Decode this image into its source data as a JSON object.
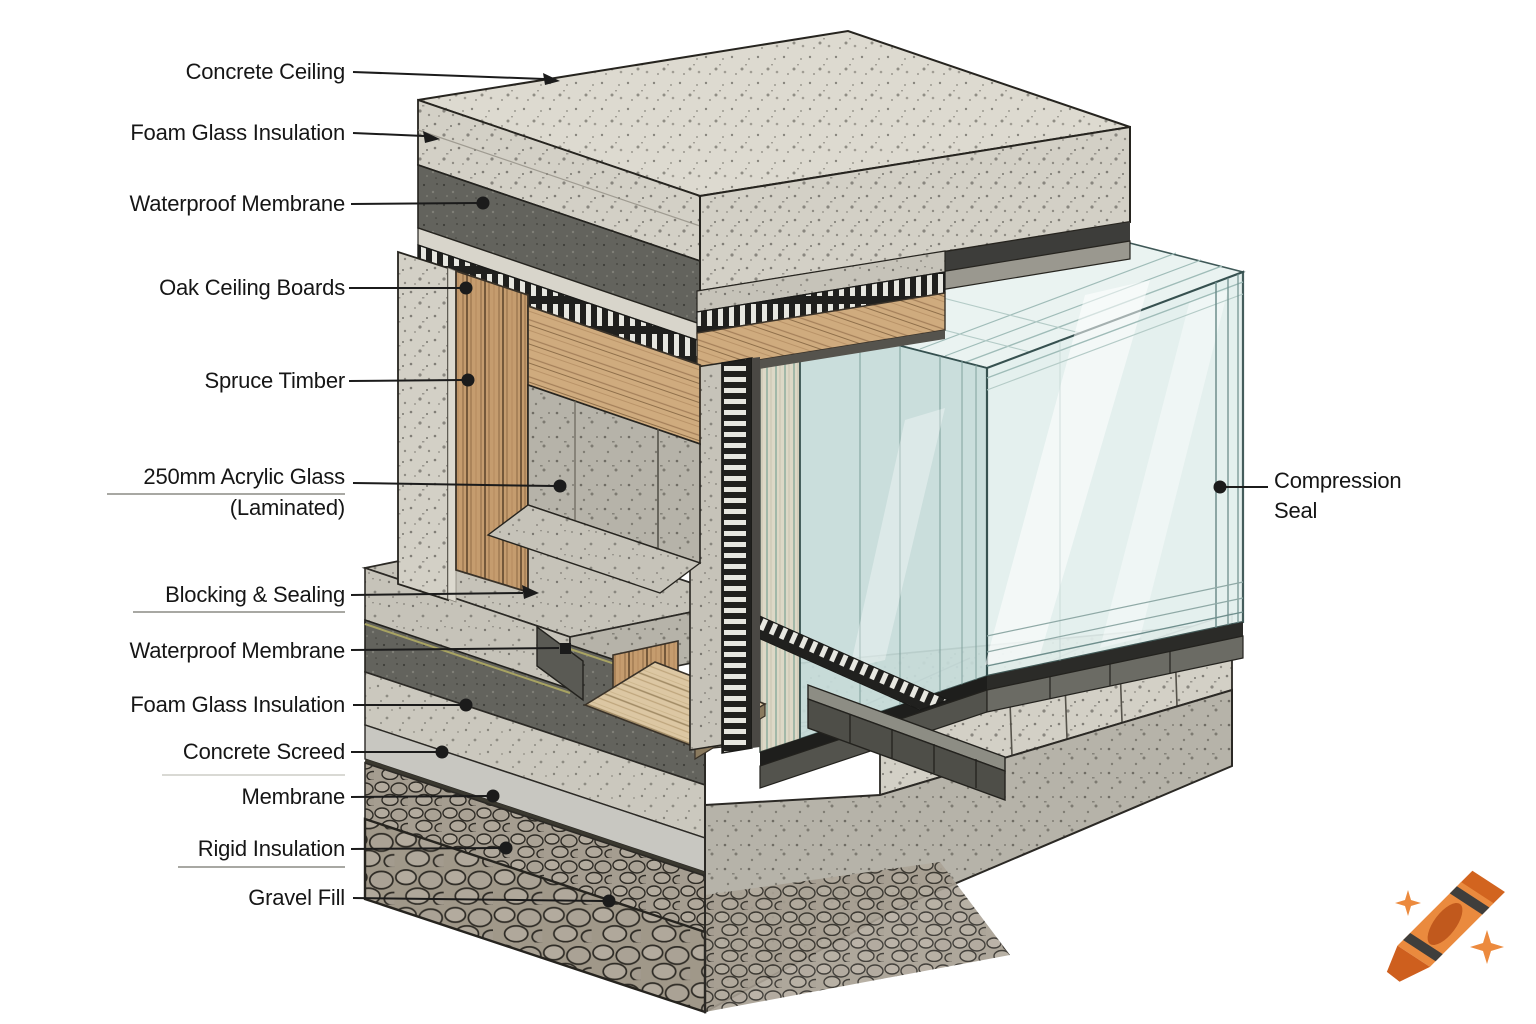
{
  "diagram": {
    "type": "architectural-cross-section-detail",
    "left_labels": [
      {
        "text": "Concrete Ceiling",
        "underlined": false
      },
      {
        "text": "Foam Glass Insulation",
        "underlined": false
      },
      {
        "text": "Waterproof Membrane",
        "underlined": false
      },
      {
        "text": "Oak Ceiling Boards",
        "underlined": false
      },
      {
        "text": "Spruce Timber",
        "underlined": false
      },
      {
        "line1": "250mm Acrylic Glass",
        "line2": "(Laminated)",
        "underlined": true
      },
      {
        "text": "Blocking & Sealing",
        "underlined": true
      },
      {
        "text": "Waterproof Membrane",
        "underlined": false
      },
      {
        "text": "Foam Glass Insulation",
        "underlined": false
      },
      {
        "text": "Concrete Screed",
        "underlined": true
      },
      {
        "text": "Membrane",
        "underlined": false
      },
      {
        "text": "Rigid Insulation",
        "underlined": true
      },
      {
        "text": "Gravel Fill",
        "underlined": false
      }
    ],
    "right_labels": [
      {
        "line1": "Compression",
        "line2": "Seal"
      }
    ],
    "colors": {
      "background": "#ffffff",
      "label_text": "#161616",
      "leader_line": "#1b1b1b",
      "concrete_light": "#dcd9cf",
      "concrete_mid": "#c6c3b9",
      "membrane_dark": "#63635d",
      "wood_oak": "#c59c6e",
      "wood_spruce": "#cfab7e",
      "wood_deck": "#dcc7a3",
      "glass_tint": "#d8eae8",
      "gravel": "#a59d90"
    }
  },
  "logo": {
    "name": "crayon-logo",
    "body_color": "#ea8a3e",
    "accent_color": "#c1591d",
    "stripe_color": "#3f3e3c",
    "sparkle_color": "#ec8a3e"
  }
}
